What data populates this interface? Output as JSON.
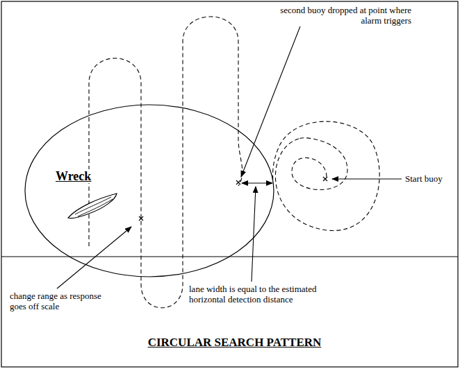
{
  "diagram": {
    "title": "CIRCULAR SEARCH PATTERN",
    "nodes": [
      {
        "text": [
          "Wreck"
        ]
      }
    ],
    "labels": [
      "second buoy dropped at point where alarm triggers",
      "Start buoy",
      "change range as response goes off scale",
      "lane width is equal to the estimated horizontal detection distance"
    ]
  }
}
